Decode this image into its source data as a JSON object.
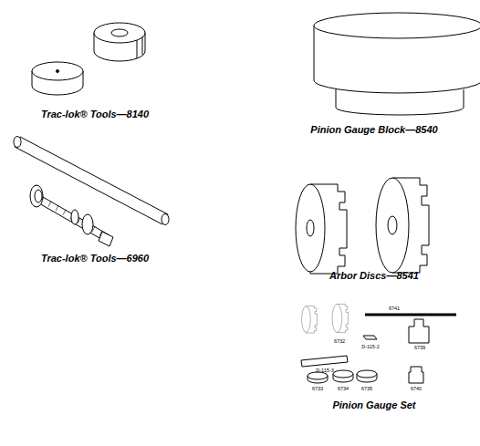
{
  "diagram": {
    "labels": [
      "Trac-lok® Tools—8140",
      "Pinion Gauge Block—8540",
      "Trac-lok® Tools—6960",
      "Arbor Discs—8541",
      "6741",
      "6732",
      "D-115-2",
      "6739",
      "D-115-3",
      "6733",
      "6734",
      "6735",
      "6740",
      "Pinion Gauge Set"
    ]
  }
}
